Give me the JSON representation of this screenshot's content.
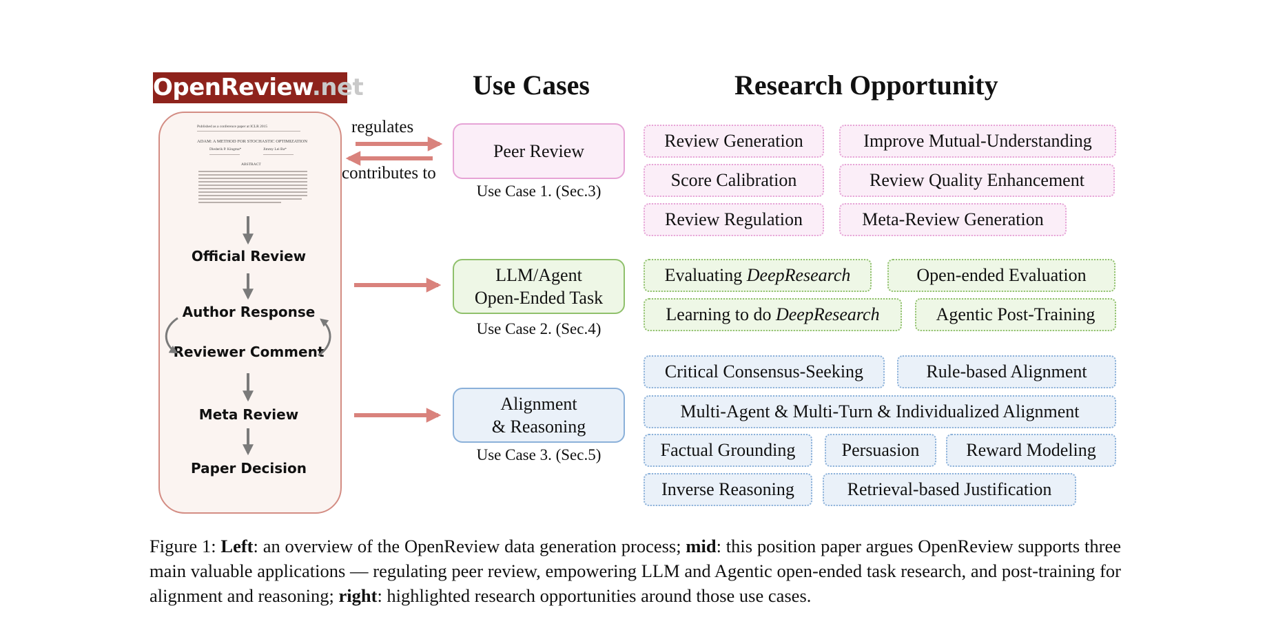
{
  "logo": {
    "main": "OpenReview",
    "suffix": ".net"
  },
  "thumbnail": {
    "header_text": "Published as a conference paper at ICLR 2015",
    "title": "ADAM: A METHOD FOR STOCHASTIC OPTIMIZATION",
    "author1": "Diederik P. Kingma*",
    "author2": "Jimmy Lei Ba*",
    "section": "ABSTRACT"
  },
  "flow": {
    "official_review": "Official Review",
    "author_response": "Author Response",
    "reviewer_comment": "Reviewer Comment",
    "meta_review": "Meta Review",
    "paper_decision": "Paper Decision"
  },
  "headings": {
    "use_cases": "Use Cases",
    "research": "Research Opportunity"
  },
  "edges": {
    "regulates": "regulates",
    "contributes": "contributes to"
  },
  "use_cases": [
    {
      "line1": "Peer Review",
      "line2": "",
      "caption": "Use Case 1. (Sec.3)"
    },
    {
      "line1": "LLM/Agent",
      "line2": "Open-Ended Task",
      "caption": "Use Case 2. (Sec.4)"
    },
    {
      "line1": "Alignment",
      "line2": "& Reasoning",
      "caption": "Use Case 3. (Sec.5)"
    }
  ],
  "opportunities": {
    "peer_review": [
      "Review Generation",
      "Improve Mutual-Understanding",
      "Score Calibration",
      "Review Quality Enhancement",
      "Review Regulation",
      "Meta-Review Generation"
    ],
    "open_ended": {
      "evaluating_prefix": "Evaluating ",
      "evaluating_em": "DeepResearch",
      "open_eval": "Open-ended Evaluation",
      "learning_prefix": "Learning to do ",
      "learning_em": "DeepResearch",
      "agentic": "Agentic Post-Training"
    },
    "alignment": [
      "Critical Consensus-Seeking",
      "Rule-based Alignment",
      "Multi-Agent & Multi-Turn & Individualized Alignment",
      "Factual Grounding",
      "Persuasion",
      "Reward Modeling",
      "Inverse Reasoning",
      "Retrieval-based Justification"
    ]
  },
  "caption": {
    "fig": "Figure 1: ",
    "left_b": "Left",
    "left_t": ": an overview of the OpenReview data generation process; ",
    "mid_b": "mid",
    "mid_t": ": this position paper argues OpenReview supports three main valuable applications — regulating peer review, empowering LLM and Agentic open-ended task research, and post-training for alignment and reasoning; ",
    "right_b": "right",
    "right_t": ": highlighted research opportunities around those use cases."
  },
  "colors": {
    "logo_bg": "#8e231c",
    "arrow_red": "#d9827c",
    "flow_arrow": "#7a7a7a",
    "pink": "#e6a3d6",
    "green": "#8fc06b",
    "blue": "#8ab0d9"
  }
}
